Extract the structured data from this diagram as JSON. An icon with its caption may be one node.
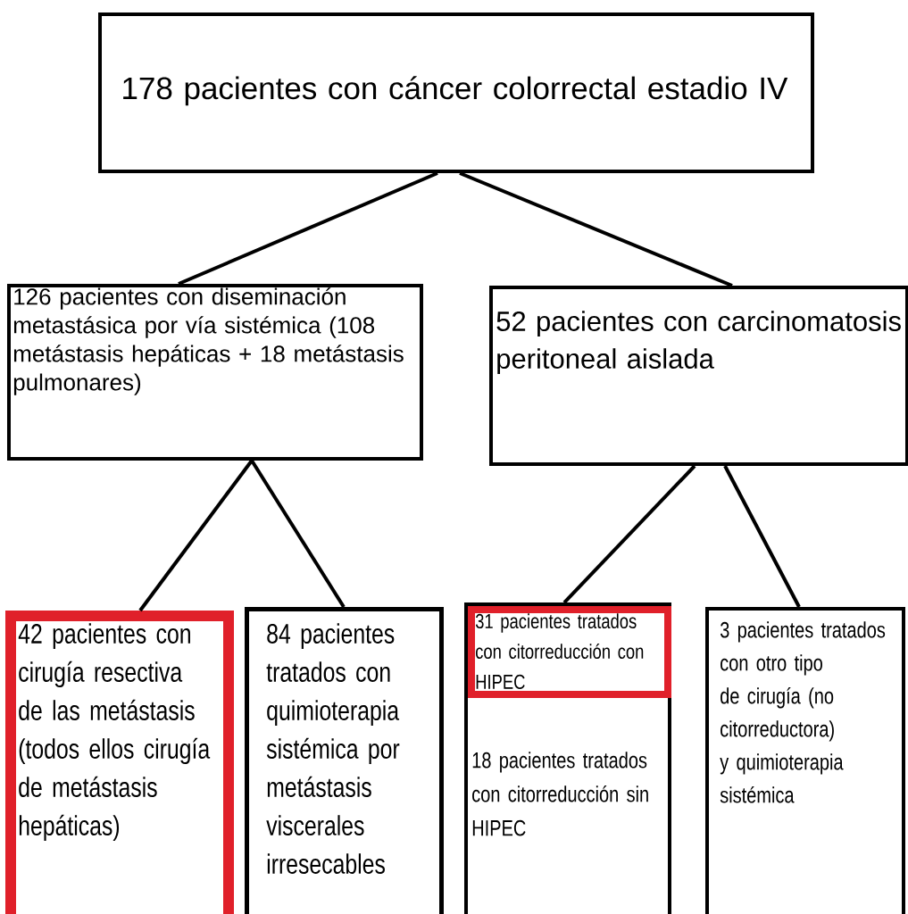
{
  "diagram": {
    "nodes": [
      {
        "text": [
          "178 pacientes con cáncer colorrectal estadio IV"
        ]
      },
      {
        "text": [
          "126 pacientes con diseminación metastásica por vía sistémica (108 metástasis hepáticas + 18 metástasis pulmonares)"
        ]
      },
      {
        "text": [
          "52 pacientes con carcinomatosis peritoneal aislada"
        ]
      },
      {
        "text": [
          "42 pacientes con cirugía resectiva de las metástasis (todos ellos cirugía de metástasis hepáticas)"
        ]
      },
      {
        "text": [
          "84 pacientes tratados con quimioterapia sistémica por metástasis viscerales irresecables"
        ]
      },
      {
        "text": [
          "18 pacientes tratados con citorreducción sin HIPEC"
        ]
      },
      {
        "text": [
          "31 pacientes tratados con citorreducción  con HIPEC"
        ],
        "in": 5
      },
      {
        "text": [
          "3 pacientes tratados con otro tipo de cirugía (no citorreductora) y quimioterapia sistémica"
        ]
      }
    ],
    "edges": [
      {
        "from": 0,
        "to": 1,
        "arrow": "none"
      },
      {
        "from": 0,
        "to": 2,
        "arrow": "none"
      },
      {
        "from": 1,
        "to": 3,
        "arrow": "none"
      },
      {
        "from": 1,
        "to": 4,
        "arrow": "none"
      },
      {
        "from": 2,
        "to": 5,
        "arrow": "none"
      },
      {
        "from": 2,
        "to": 7,
        "arrow": "none"
      }
    ]
  }
}
